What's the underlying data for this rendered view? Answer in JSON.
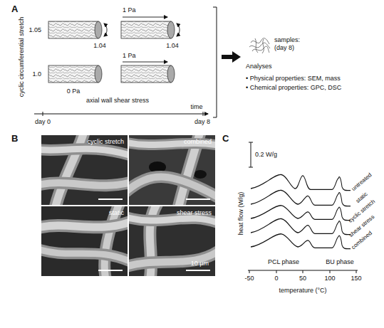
{
  "diagram": {
    "nodes": [
      {
        "text": [
          "cyclic stretch"
        ]
      },
      {
        "text": [
          "combined"
        ]
      },
      {
        "text": [
          "static"
        ]
      },
      {
        "text": [
          "shear stress",
          "10 µm"
        ]
      }
    ],
    "labels": [
      "A",
      "cyclic circumferential stretch",
      "1.05",
      "1.0",
      "1 Pa",
      "1 Pa",
      "1.04",
      "1.04",
      "0 Pa",
      "axial wall shear stress",
      "time",
      "day 0",
      "day 8",
      "samples:",
      "(day 8)",
      "Analyses",
      "• Physical properties: SEM, mass",
      "• Chemical properties: GPC, DSC",
      "B",
      "C",
      "0.2 W/g",
      "heat flow (W/g)",
      "untreated",
      "static",
      "cyclic stretch",
      "shear stress",
      "combined",
      "PCL phase",
      "BU phase",
      "-50",
      "0",
      "50",
      "100",
      "150",
      "temperature (°C)"
    ]
  }
}
